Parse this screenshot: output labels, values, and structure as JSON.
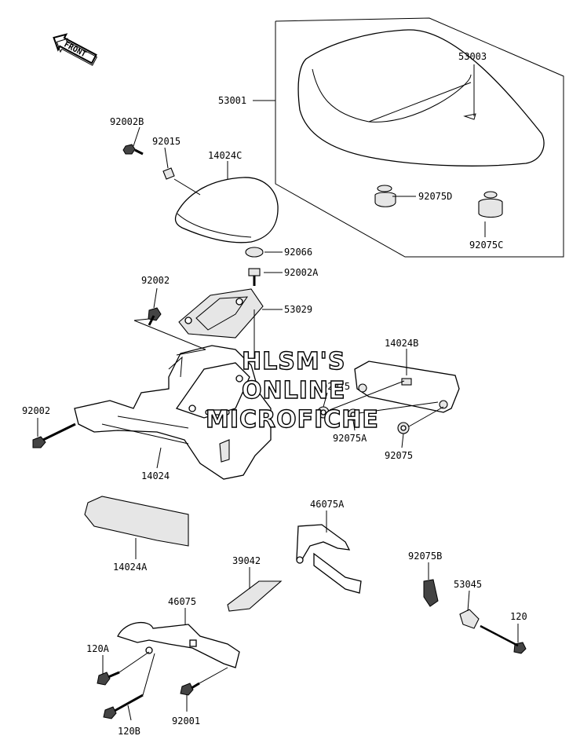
{
  "orientation": {
    "text": "FRONT"
  },
  "watermark": {
    "line1": "HLSM'S",
    "line2": "ONLINE",
    "line3": "MICROFICHE"
  },
  "parts": [
    {
      "id": "53001",
      "label": "53001"
    },
    {
      "id": "53003",
      "label": "53003"
    },
    {
      "id": "92002B",
      "label": "92002B"
    },
    {
      "id": "92015",
      "label": "92015"
    },
    {
      "id": "14024C",
      "label": "14024C"
    },
    {
      "id": "92075D",
      "label": "92075D"
    },
    {
      "id": "92075C",
      "label": "92075C"
    },
    {
      "id": "92066",
      "label": "92066"
    },
    {
      "id": "92002A",
      "label": "92002A"
    },
    {
      "id": "92002-top",
      "label": "92002"
    },
    {
      "id": "53029",
      "label": "53029"
    },
    {
      "id": "14024B",
      "label": "14024B"
    },
    {
      "id": "92075-mid",
      "label": "92075"
    },
    {
      "id": "92002-left",
      "label": "92002"
    },
    {
      "id": "92075A",
      "label": "92075A"
    },
    {
      "id": "92075-low",
      "label": "92075"
    },
    {
      "id": "14024",
      "label": "14024"
    },
    {
      "id": "46075A",
      "label": "46075A"
    },
    {
      "id": "14024A",
      "label": "14024A"
    },
    {
      "id": "39042",
      "label": "39042"
    },
    {
      "id": "92075B",
      "label": "92075B"
    },
    {
      "id": "53045",
      "label": "53045"
    },
    {
      "id": "46075",
      "label": "46075"
    },
    {
      "id": "120",
      "label": "120"
    },
    {
      "id": "120A",
      "label": "120A"
    },
    {
      "id": "120B",
      "label": "120B"
    },
    {
      "id": "92001",
      "label": "92001"
    }
  ]
}
